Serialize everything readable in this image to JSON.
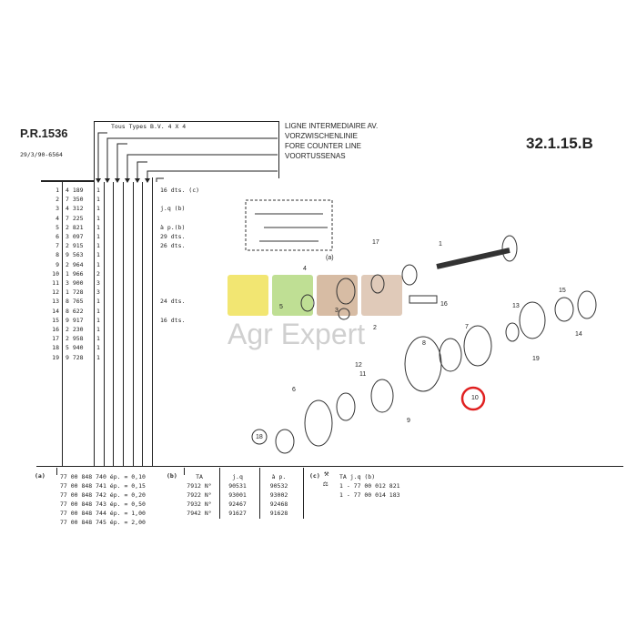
{
  "header": {
    "ref": "P.R.1536",
    "date": "29/3/90-6564",
    "code": "32.1.15.B",
    "types": "Tous Types  B.V. 4 X 4",
    "titles": [
      "LIGNE INTERMEDIAIRE AV.",
      "VORZWISCHENLINIE",
      "FORE COUNTER LINE",
      "VOORTUSSENAS"
    ]
  },
  "parts": [
    {
      "n": "1",
      "ref": "4 189",
      "qty": "1",
      "note": "16 dts. (c)"
    },
    {
      "n": "2",
      "ref": "7 350",
      "qty": "1",
      "note": ""
    },
    {
      "n": "3",
      "ref": "4 312",
      "qty": "1",
      "note": "j.q (b)"
    },
    {
      "n": "4",
      "ref": "7 225",
      "qty": "1",
      "note": ""
    },
    {
      "n": "5",
      "ref": "2 821",
      "qty": "1",
      "note": "à p.(b)"
    },
    {
      "n": "6",
      "ref": "3 097",
      "qty": "1",
      "note": "29 dts."
    },
    {
      "n": "7",
      "ref": "2 915",
      "qty": "1",
      "note": "26 dts."
    },
    {
      "n": "8",
      "ref": "9 563",
      "qty": "1",
      "note": ""
    },
    {
      "n": "9",
      "ref": "2 964",
      "qty": "1",
      "note": ""
    },
    {
      "n": "10",
      "ref": "1 966",
      "qty": "2",
      "note": ""
    },
    {
      "n": "11",
      "ref": "3 900",
      "qty": "3",
      "note": ""
    },
    {
      "n": "12",
      "ref": "1 728",
      "qty": "3",
      "note": ""
    },
    {
      "n": "13",
      "ref": "8 765",
      "qty": "1",
      "note": "24 dts."
    },
    {
      "n": "14",
      "ref": "8 622",
      "qty": "1",
      "note": ""
    },
    {
      "n": "15",
      "ref": "9 917",
      "qty": "1",
      "note": "16 dts."
    },
    {
      "n": "16",
      "ref": "2 230",
      "qty": "1",
      "note": ""
    },
    {
      "n": "17",
      "ref": "2 958",
      "qty": "1",
      "note": ""
    },
    {
      "n": "18",
      "ref": "5 940",
      "qty": "1",
      "note": ""
    },
    {
      "n": "19",
      "ref": "9 728",
      "qty": "1",
      "note": ""
    }
  ],
  "footer": {
    "a_label": "(a)",
    "a_rows": [
      "77 00 848 740 ép. = 0,10",
      "77 00 848 741 ép. = 0,15",
      "77 00 848 742 ép. = 0,20",
      "77 00 848 743 ép. = 0,50",
      "77 00 848 744 ép. = 1,00",
      "77 00 848 745 ép. = 2,00"
    ],
    "b_label": "(b)",
    "b_headers": [
      "TA",
      "j.q",
      "à p."
    ],
    "b_rows": [
      [
        "7912 N°",
        "90531",
        "90532"
      ],
      [
        "7922 N°",
        "93001",
        "93002"
      ],
      [
        "7932 N°",
        "92467",
        "92468"
      ],
      [
        "7942 N°",
        "91627",
        "91628"
      ]
    ],
    "c_label": "(c)",
    "c_header": "TA j.q (b)",
    "c_rows": [
      "1 - 77 00 012 821",
      "1 - 77 00 014 183"
    ]
  },
  "diagram": {
    "callouts": [
      "1",
      "2",
      "3",
      "4",
      "5",
      "6",
      "7",
      "8",
      "9",
      "10",
      "11",
      "12",
      "13",
      "14",
      "15",
      "16",
      "17",
      "18",
      "19"
    ],
    "highlight": "10",
    "highlight_color": "#e02020",
    "ref_a": "(a)"
  },
  "watermark": {
    "text": "Agr Expert",
    "colors": [
      "#e8d200",
      "#8cc63e",
      "#b8865a",
      "#c8a080"
    ]
  }
}
